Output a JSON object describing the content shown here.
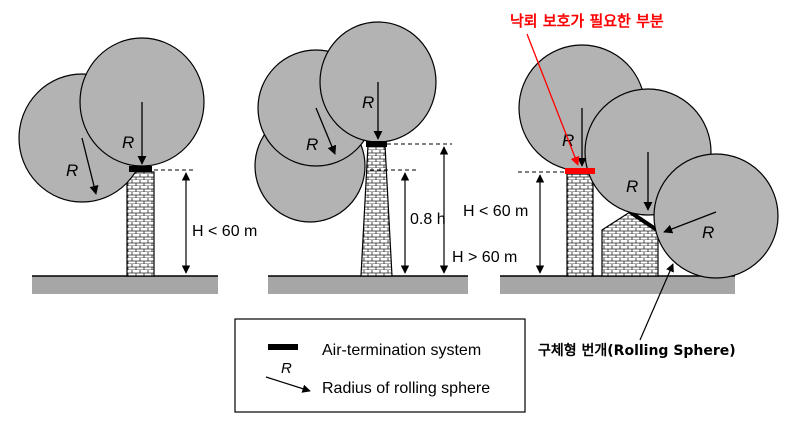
{
  "labels": {
    "r": "R",
    "h_lt_60": "H < 60 m",
    "h_gt_60": "H > 60 m",
    "h_08": "0.8 h",
    "protection_needed": "낙뢰 보호가 필요한 부분",
    "rolling_sphere": "구체형 번개(Rolling Sphere)"
  },
  "legend": {
    "air_termination": "Air-termination system",
    "radius": "Radius of rolling sphere",
    "radius_symbol": "R"
  },
  "colors": {
    "sphere": "#b3b3b3",
    "ground": "#a6a6a6",
    "air_termination": "#000000",
    "highlight": "#ff0000"
  }
}
